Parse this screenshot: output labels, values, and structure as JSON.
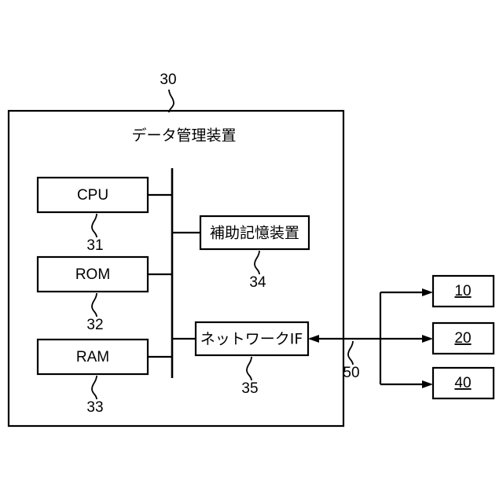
{
  "figure": {
    "type": "patent-block-diagram",
    "language": "ja",
    "background_color": "#ffffff",
    "line_color": "#000000"
  },
  "outer": {
    "ref_number": "30",
    "title": "データ管理装置"
  },
  "internal_blocks": [
    {
      "label": "CPU",
      "ref_number": "31"
    },
    {
      "label": "ROM",
      "ref_number": "32"
    },
    {
      "label": "RAM",
      "ref_number": "33"
    },
    {
      "label": "補助記憶装置",
      "ref_number": "34"
    },
    {
      "label": "ネットワークIF",
      "ref_number": "35"
    }
  ],
  "network": {
    "ref_number": "50"
  },
  "external_nodes": [
    {
      "label": "10"
    },
    {
      "label": "20"
    },
    {
      "label": "40"
    }
  ]
}
